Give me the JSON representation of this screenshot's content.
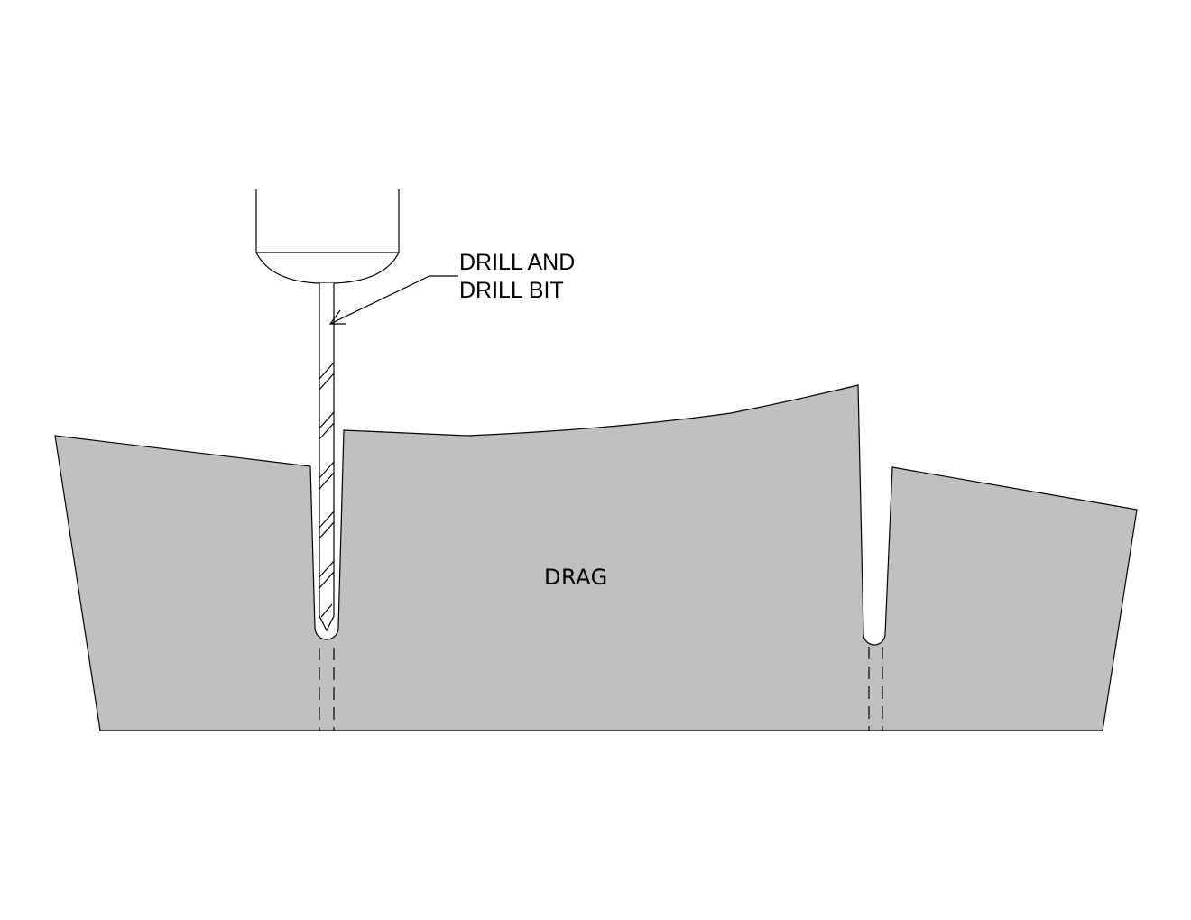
{
  "callout": {
    "line1": "DRILL AND",
    "line2": "DRILL BIT"
  },
  "mold": {
    "label": "DRAG",
    "fill_color": "#c0c0c0"
  },
  "line_color": "#000000",
  "background_color": "#ffffff"
}
